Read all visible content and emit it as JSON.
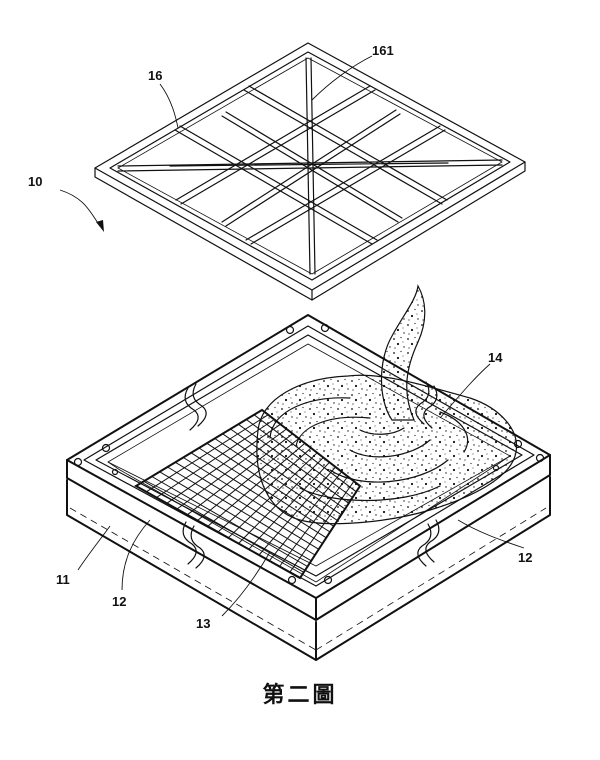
{
  "figure": {
    "caption": "第二圖",
    "reference_numerals": {
      "device": "10",
      "frame_base": "11",
      "frame_side_left": "12",
      "frame_side_right": "12",
      "mesh": "13",
      "filling_material": "14",
      "cover_plate": "16",
      "cover_ribs": "161"
    }
  }
}
